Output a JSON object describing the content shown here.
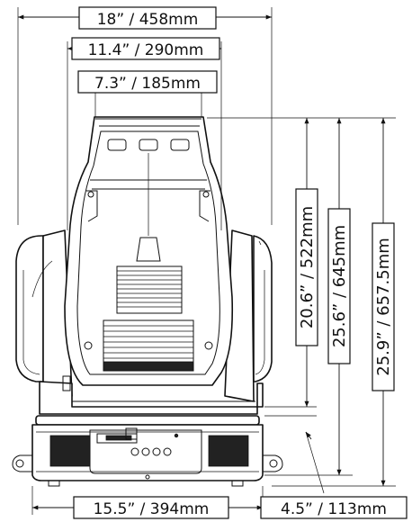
{
  "dimensions": {
    "overall_width": "18” / 458mm",
    "yoke_width": "11.4” / 290mm",
    "head_width": "7.3” / 185mm",
    "height_head": "20.6” / 522mm",
    "height_mid": "25.6” / 645mm",
    "height_total": "25.9” / 657.5mm",
    "base_width": "15.5” / 394mm",
    "base_height": "4.5” / 113mm"
  }
}
